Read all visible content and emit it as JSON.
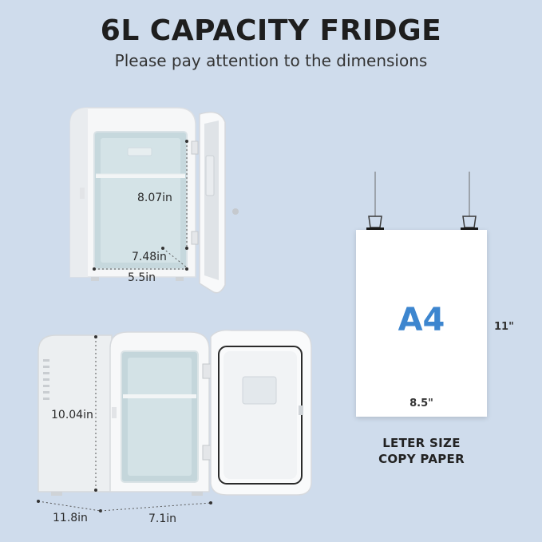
{
  "header": {
    "title": "6L CAPACITY FRIDGE",
    "subtitle": "Please pay attention to the dimensions"
  },
  "fridge_top": {
    "height_label": "8.07in",
    "depth_label": "7.48in",
    "width_label": "5.5in"
  },
  "fridge_bottom": {
    "height_label": "10.04in",
    "depth_label": "11.8in",
    "width_label": "7.1in"
  },
  "paper": {
    "name": "A4",
    "width_label": "8.5\"",
    "height_label": "11\"",
    "caption_line1": "LETER SIZE",
    "caption_line2": "COPY PAPER"
  },
  "colors": {
    "background": "#cfdcec",
    "accent": "#3d86cf",
    "fridge_body": "#f7f8f9",
    "fridge_interior": "#c9d9de"
  }
}
